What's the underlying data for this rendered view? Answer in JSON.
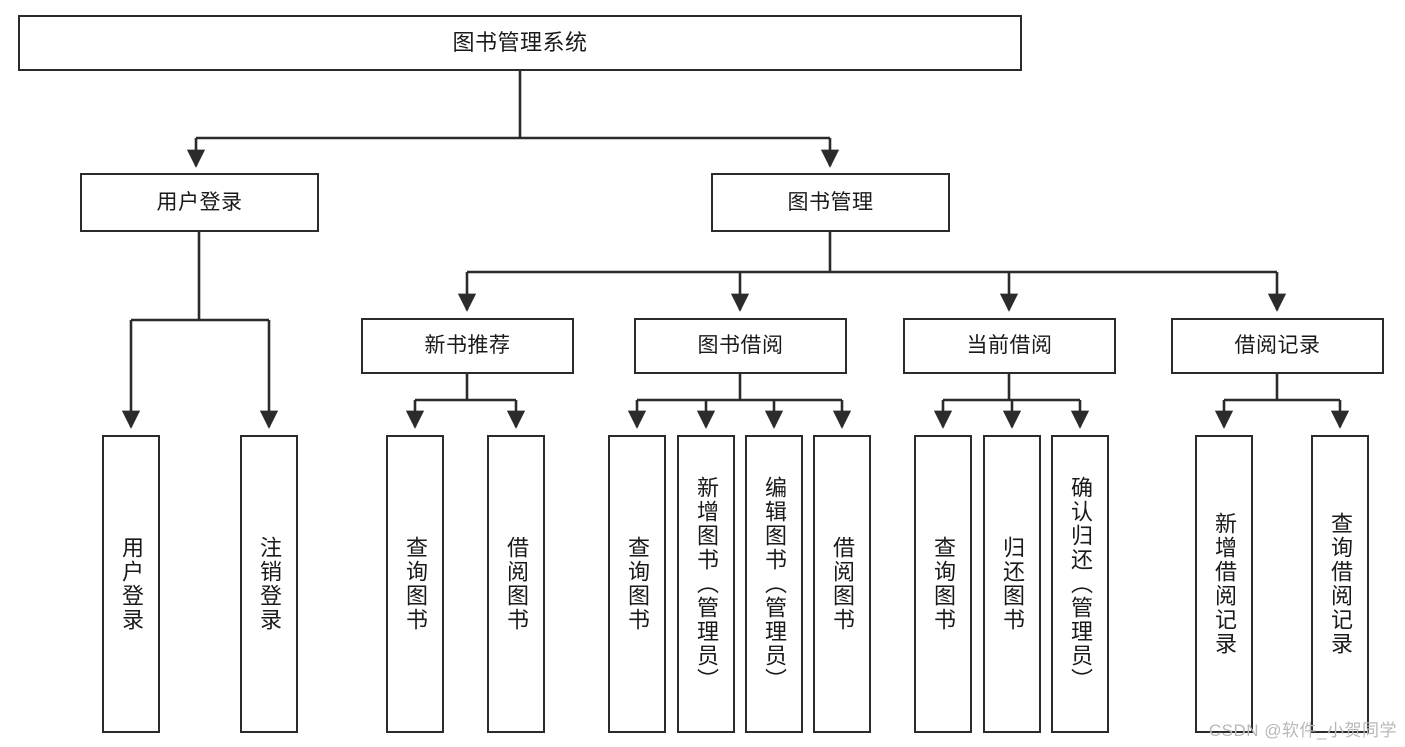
{
  "diagram": {
    "title": "图书管理系统",
    "type": "tree",
    "orientation": "top-down",
    "line_color": "#2b2b2b",
    "box_fill": "#ffffff",
    "text_color": "#1a1a1a"
  },
  "nodes": {
    "root": {
      "label": "图书管理系统",
      "level": 0
    },
    "l1": [
      {
        "id": "user_login",
        "label": "用户登录",
        "level": 1
      },
      {
        "id": "book_mgmt",
        "label": "图书管理",
        "level": 1
      }
    ],
    "l2": [
      {
        "id": "new_book_rec",
        "label": "新书推荐",
        "level": 2,
        "parent": "book_mgmt"
      },
      {
        "id": "book_borrow",
        "label": "图书借阅",
        "level": 2,
        "parent": "book_mgmt"
      },
      {
        "id": "current_borrow",
        "label": "当前借阅",
        "level": 2,
        "parent": "book_mgmt"
      },
      {
        "id": "borrow_record",
        "label": "借阅记录",
        "level": 2,
        "parent": "book_mgmt"
      }
    ],
    "leaves": [
      {
        "id": "leaf_user_login",
        "label": "用户登录",
        "parent": "user_login"
      },
      {
        "id": "leaf_user_logout",
        "label": "注销登录",
        "parent": "user_login"
      },
      {
        "id": "leaf_rec_query",
        "label": "查询图书",
        "parent": "new_book_rec"
      },
      {
        "id": "leaf_rec_borrow",
        "label": "借阅图书",
        "parent": "new_book_rec"
      },
      {
        "id": "leaf_bb_query",
        "label": "查询图书",
        "parent": "book_borrow"
      },
      {
        "id": "leaf_bb_add",
        "label": "新增图书（管理员）",
        "parent": "book_borrow"
      },
      {
        "id": "leaf_bb_edit",
        "label": "编辑图书（管理员）",
        "parent": "book_borrow"
      },
      {
        "id": "leaf_bb_borrow",
        "label": "借阅图书",
        "parent": "book_borrow"
      },
      {
        "id": "leaf_cb_query",
        "label": "查询图书",
        "parent": "current_borrow"
      },
      {
        "id": "leaf_cb_return",
        "label": "归还图书",
        "parent": "current_borrow"
      },
      {
        "id": "leaf_cb_confirm",
        "label": "确认归还（管理员）",
        "parent": "current_borrow"
      },
      {
        "id": "leaf_br_add",
        "label": "新增借阅记录",
        "parent": "borrow_record"
      },
      {
        "id": "leaf_br_query",
        "label": "查询借阅记录",
        "parent": "borrow_record"
      }
    ]
  },
  "watermark": {
    "text": "CSDN @软件_小贺同学"
  }
}
